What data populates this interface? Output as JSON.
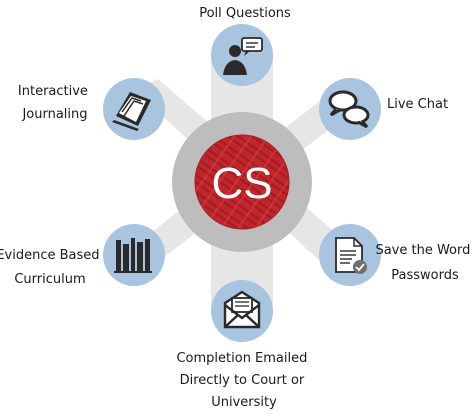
{
  "hub": {
    "text": "CS"
  },
  "features": {
    "poll": {
      "lines": [
        "Poll Questions"
      ],
      "icon": "person-speech-bubble-icon"
    },
    "live_chat": {
      "lines": [
        "Live Chat"
      ],
      "icon": "chat-bubbles-icon"
    },
    "passwords": {
      "lines": [
        "Save the Word",
        "Passwords"
      ],
      "icon": "document-check-icon"
    },
    "email": {
      "lines": [
        "Completion Emailed",
        "Directly to Court or",
        "University"
      ],
      "icon": "envelope-icon"
    },
    "curriculum": {
      "lines": [
        "Evidence Based",
        "Curriculum"
      ],
      "icon": "books-icon"
    },
    "journaling": {
      "lines": [
        "Interactive",
        "Journaling"
      ],
      "icon": "journal-pages-icon"
    }
  },
  "colors": {
    "hub_red": "#c0262b",
    "ring_gray": "#bdbdbd",
    "node_blue": "#a9c4de",
    "spoke_gray": "#e6e6e6",
    "icon_dark": "#2a2a2a"
  }
}
